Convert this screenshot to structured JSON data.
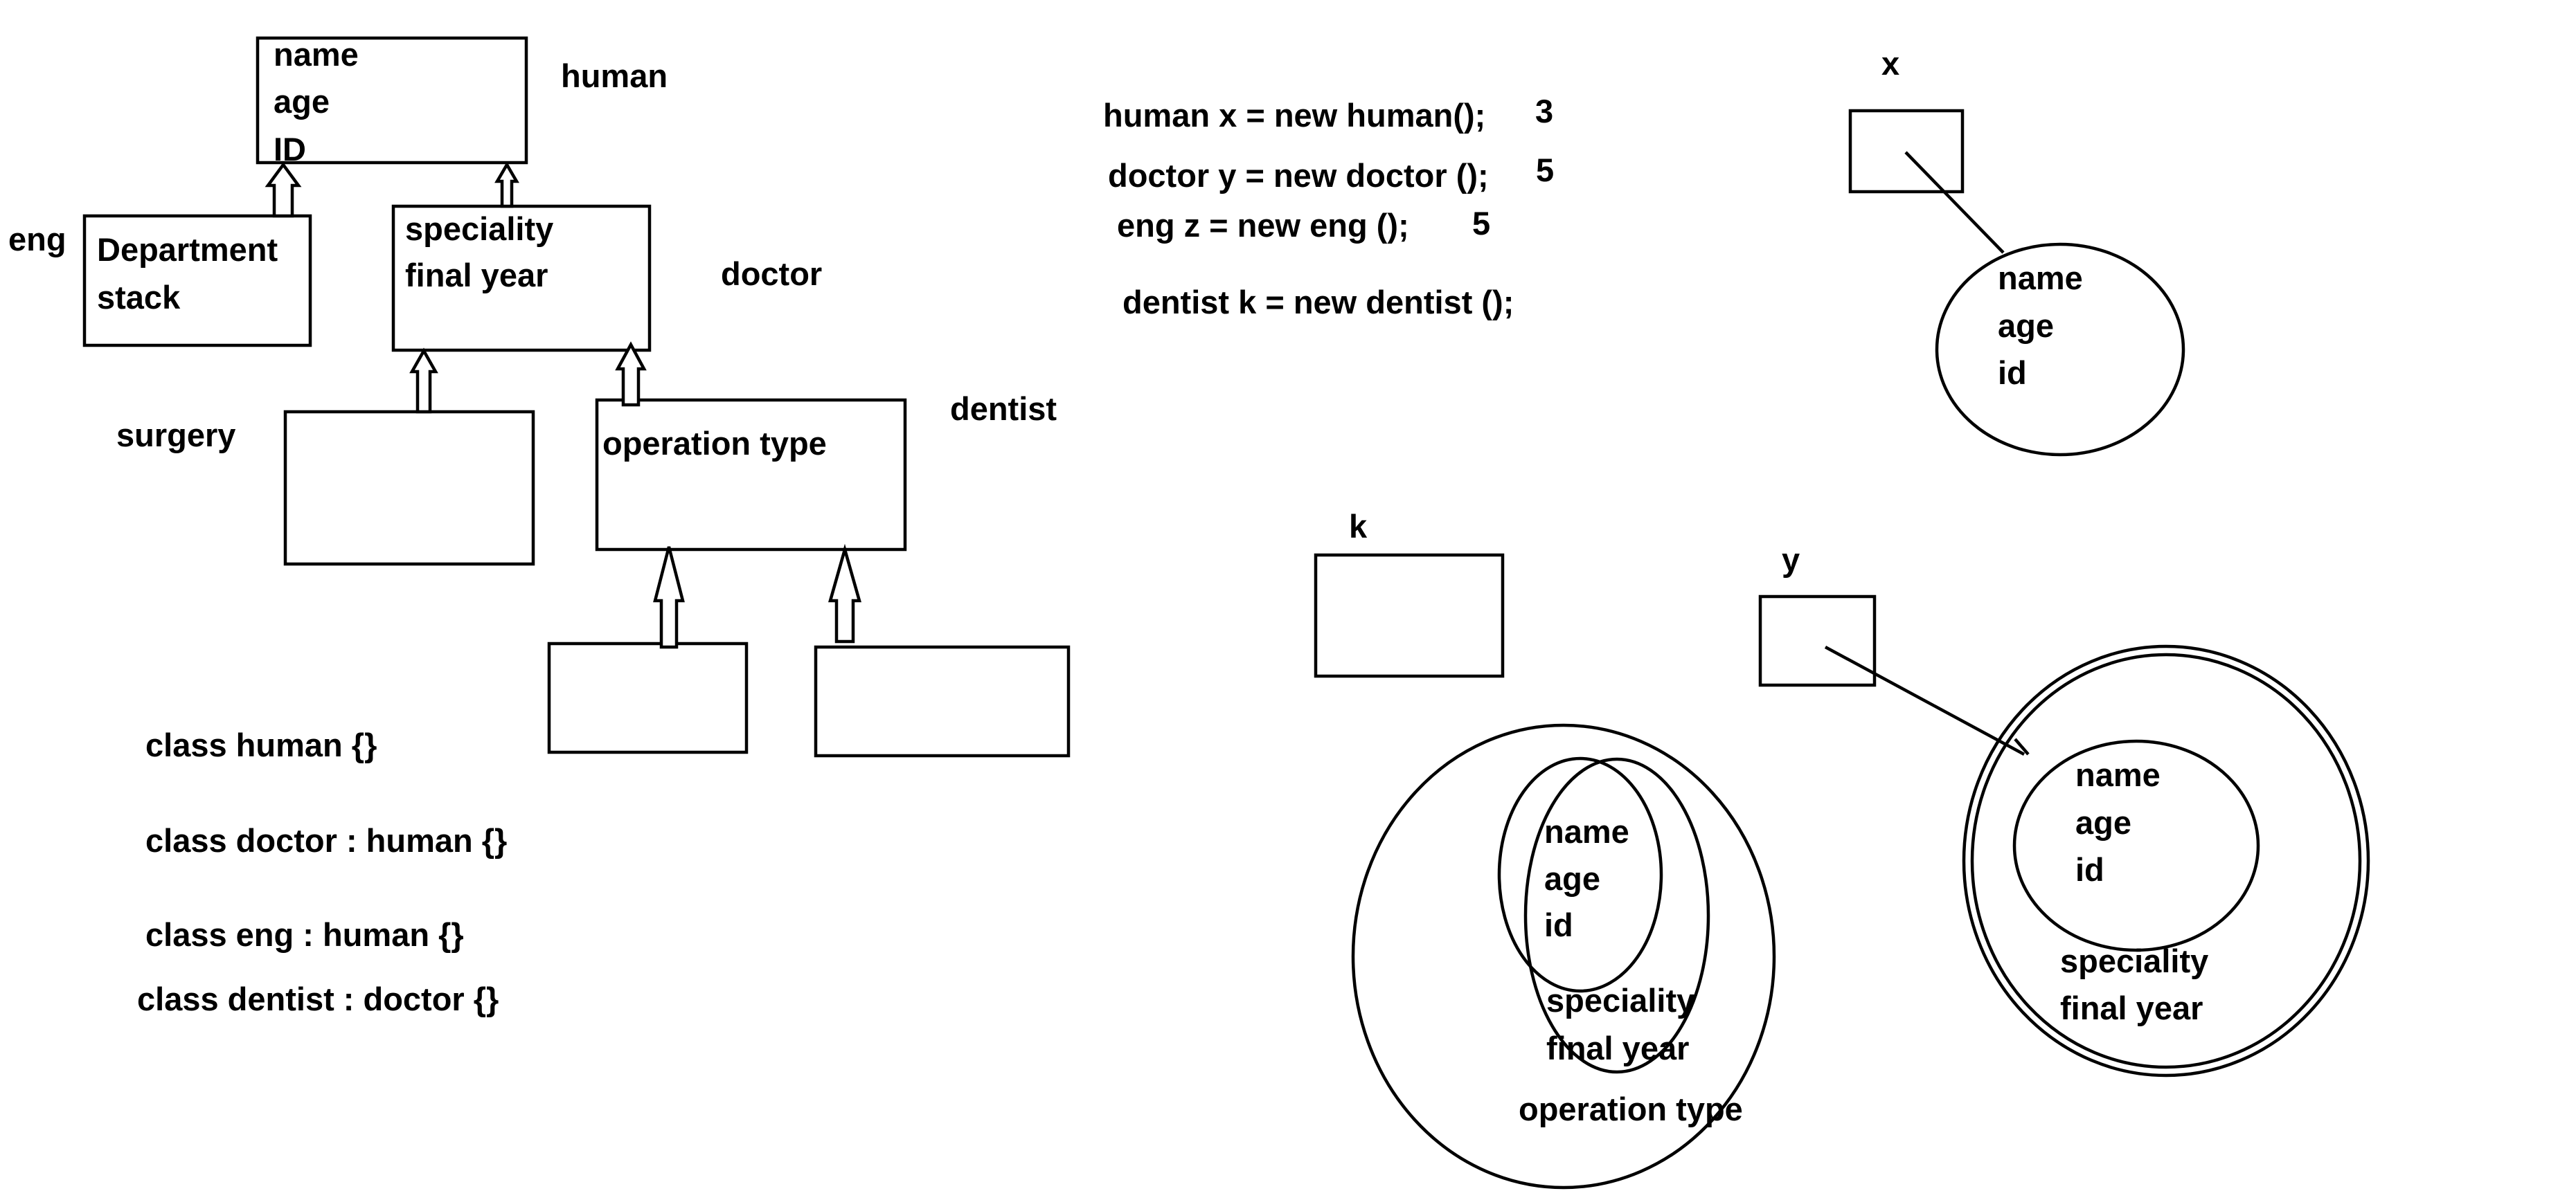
{
  "class_diagram": {
    "human": {
      "label": "human",
      "fields": [
        "name",
        "age",
        "ID"
      ]
    },
    "eng": {
      "label": "eng",
      "fields": [
        "Department",
        "stack"
      ]
    },
    "doctor": {
      "label": "doctor",
      "fields": [
        "speciality",
        "final year"
      ]
    },
    "surgery": {
      "label": "surgery"
    },
    "dentist": {
      "label": "dentist",
      "fields": [
        "operation type"
      ]
    }
  },
  "class_declarations": [
    "class human {}",
    "class doctor : human {}",
    "class eng : human {}",
    "class dentist : doctor {}"
  ],
  "instantiations": [
    {
      "code": "human x = new human();",
      "count": "3"
    },
    {
      "code": "doctor y = new doctor ();",
      "count": "5"
    },
    {
      "code": "eng z = new eng ();",
      "count": "5"
    },
    {
      "code": "dentist k = new dentist ();",
      "count": ""
    }
  ],
  "memory": {
    "x": {
      "label": "x",
      "fields": [
        "name",
        "age",
        "id"
      ]
    },
    "y": {
      "label": "y",
      "inner_fields": [
        "name",
        "age",
        "id"
      ],
      "outer_fields": [
        "speciality",
        "final year"
      ]
    },
    "k": {
      "label": "k",
      "inner_fields": [
        "name",
        "age",
        "id"
      ],
      "middle_fields": [
        "speciality",
        "final year"
      ],
      "outer_fields": [
        "operation type"
      ]
    }
  }
}
